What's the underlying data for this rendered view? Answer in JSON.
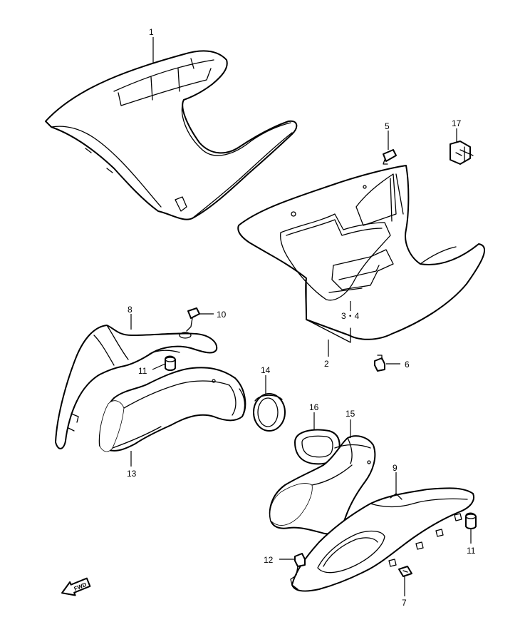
{
  "diagram": {
    "callouts": [
      {
        "id": "c1",
        "label": "1"
      },
      {
        "id": "c2",
        "label": "2"
      },
      {
        "id": "c34",
        "label": "3・4"
      },
      {
        "id": "c5",
        "label": "5"
      },
      {
        "id": "c6",
        "label": "6"
      },
      {
        "id": "c7",
        "label": "7"
      },
      {
        "id": "c8",
        "label": "8"
      },
      {
        "id": "c9",
        "label": "9"
      },
      {
        "id": "c10",
        "label": "10"
      },
      {
        "id": "c11a",
        "label": "11"
      },
      {
        "id": "c11b",
        "label": "11"
      },
      {
        "id": "c12",
        "label": "12"
      },
      {
        "id": "c13",
        "label": "13"
      },
      {
        "id": "c14",
        "label": "14"
      },
      {
        "id": "c15",
        "label": "15"
      },
      {
        "id": "c16",
        "label": "16"
      },
      {
        "id": "c17",
        "label": "17"
      }
    ],
    "fwd_label": "FWD",
    "line_color": "#000000",
    "background_color": "#ffffff"
  }
}
